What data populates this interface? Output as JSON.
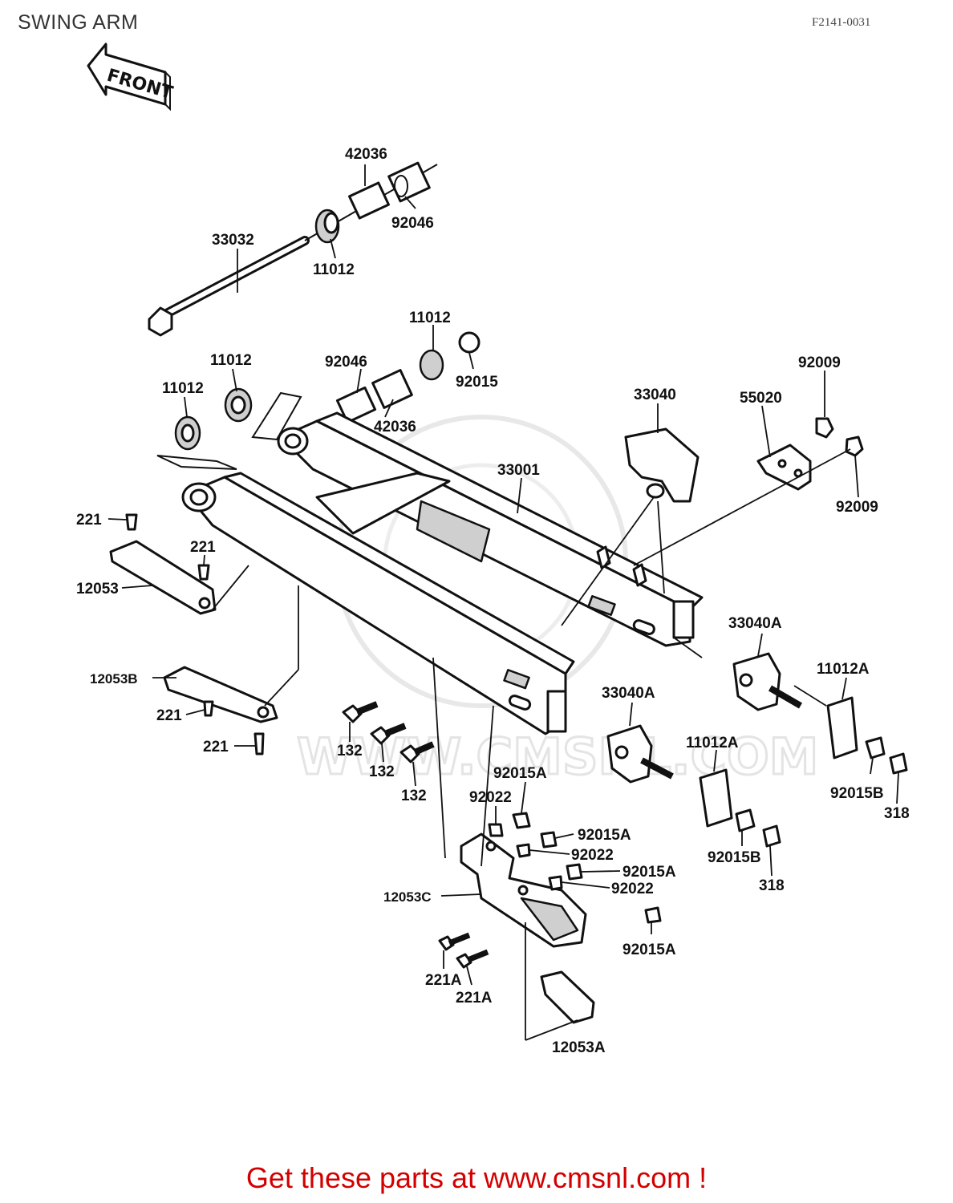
{
  "header": {
    "title": "SWING ARM",
    "diagram_code": "F2141-0031"
  },
  "direction_arrow": {
    "label": "FRONT"
  },
  "watermark": {
    "text": "WWW.CMSNL.COM"
  },
  "callouts": [
    "42036",
    "92046",
    "33032",
    "11012",
    "11012",
    "92015",
    "92046",
    "11012",
    "42036",
    "11012",
    "33040",
    "55020",
    "92009",
    "92009",
    "33001",
    "221",
    "221",
    "12053",
    "12053B",
    "221",
    "221",
    "132",
    "132",
    "132",
    "33040A",
    "11012A",
    "33040A",
    "11012A",
    "92015A",
    "92022",
    "92015A",
    "92022",
    "92015A",
    "92022",
    "12053C",
    "92015A",
    "221A",
    "221A",
    "12053A",
    "92015B",
    "318",
    "92015B",
    "318"
  ],
  "footer": {
    "text": "Get these parts at www.cmsnl.com !"
  }
}
